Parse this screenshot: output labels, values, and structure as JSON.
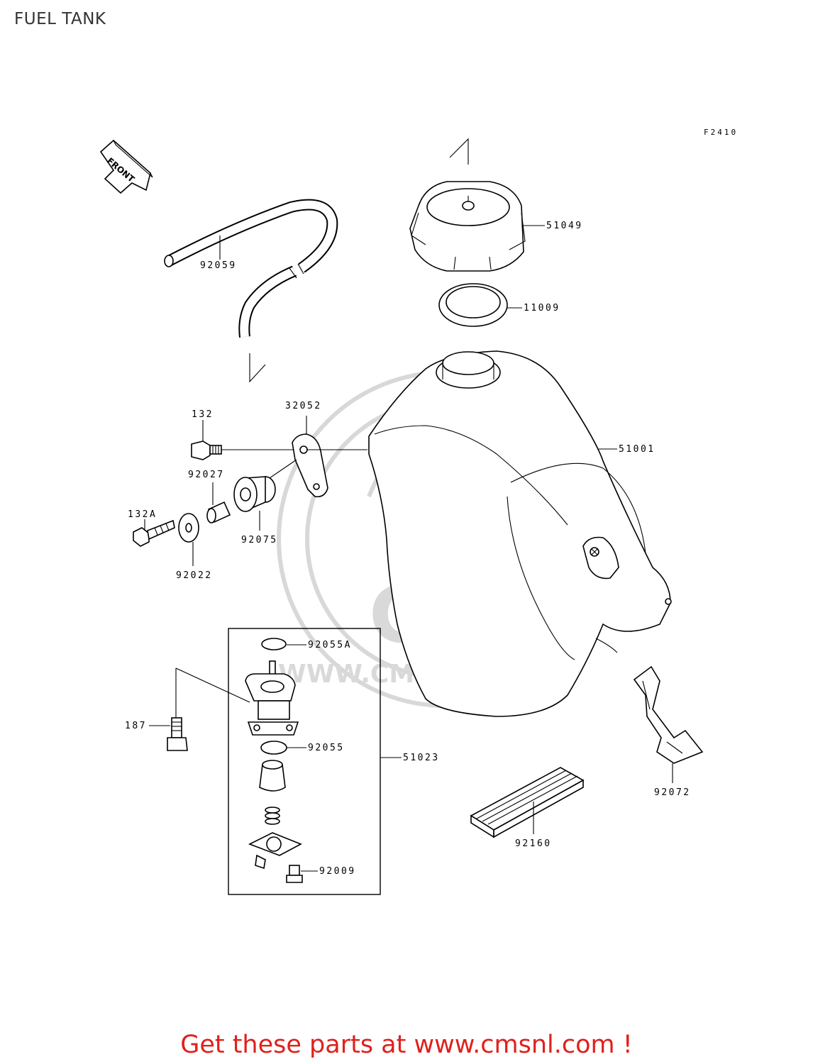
{
  "page": {
    "title": "FUEL TANK",
    "figure_code": "F2410",
    "footer": "Get these parts at www.cmsnl.com !",
    "accent_color": "#e0201c"
  },
  "watermark": {
    "logo_text": "CMS",
    "url_text": "WWW.CMSNL.COM"
  },
  "front_arrow_label": "FRONT",
  "parts": {
    "fuel_cap": "51049",
    "cap_gasket": "11009",
    "fuel_tank": "51001",
    "breather_hose": "92059",
    "bracket": "32052",
    "bolt": "132",
    "collar": "92027",
    "damper": "92075",
    "bolt_a": "132A",
    "washer": "92022",
    "oring_a": "92055A",
    "bolt_187": "187",
    "oring": "92055",
    "fuel_cock_assy": "51023",
    "screw": "92009",
    "tank_band": "92072",
    "pad": "92160"
  }
}
